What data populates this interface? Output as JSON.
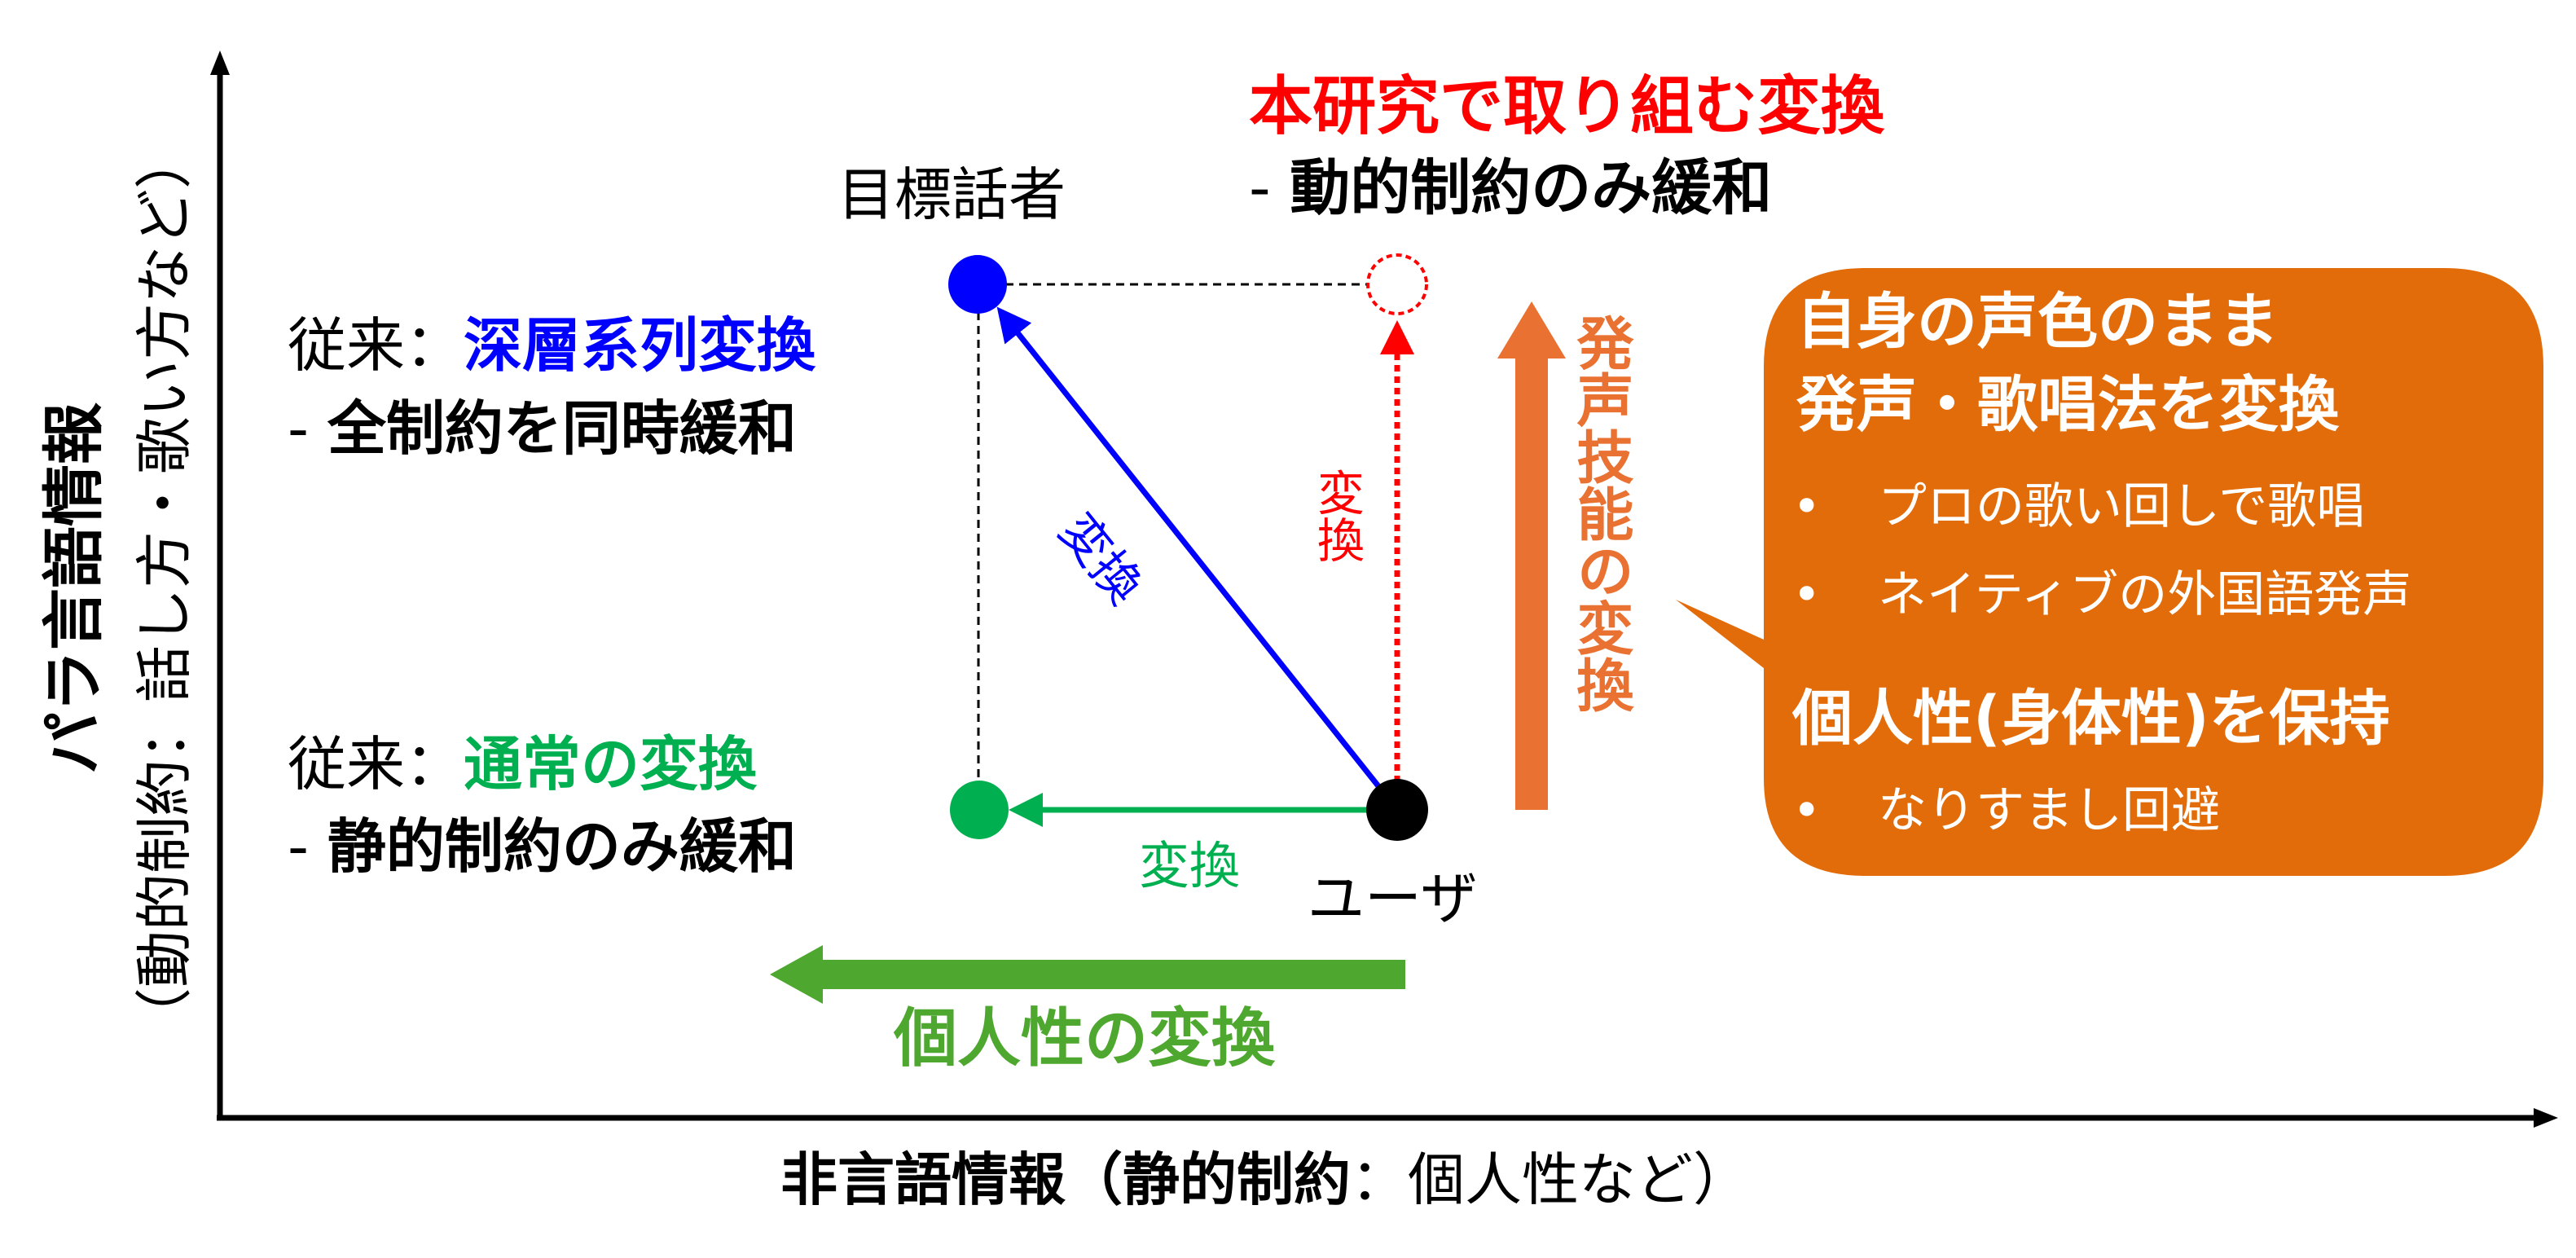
{
  "axes": {
    "y_label_main": "パラ言語情報",
    "y_label_sub": "（動的制約：話し方・歌い方など）",
    "x_label_bold": "非言語情報（静的制約",
    "x_label_rest": "：個人性など）"
  },
  "points": {
    "target": "目標話者",
    "user": "ユーザ"
  },
  "this_work": {
    "title": "本研究で取り組む変換",
    "desc_dash": "- ",
    "desc": "動的制約のみ緩和",
    "arrow_label": "変換"
  },
  "conventional_deep": {
    "prefix": "従来：",
    "title": "深層系列変換",
    "desc_dash": "- ",
    "desc": "全制約を同時緩和",
    "arrow_label": "変換"
  },
  "conventional_normal": {
    "prefix": "従来：",
    "title": "通常の変換",
    "desc_dash": "- ",
    "desc": "静的制約のみ緩和",
    "arrow_label": "変換"
  },
  "big_arrows": {
    "identity": "個人性の変換",
    "skill": "発声技能の変換"
  },
  "callout": {
    "heading1_line1": "自身の声色のまま",
    "heading1_line2": "発声・歌唱法を変換",
    "bullets1": [
      "プロの歌い回しで歌唱",
      "ネイティブの外国語発声"
    ],
    "heading2": "個人性(身体性)を保持",
    "bullets2": [
      "なりすまし回避"
    ],
    "bullet_char": "•"
  },
  "colors": {
    "blue": "#0000ff",
    "green": "#00b050",
    "red": "#ff0000",
    "dark_green": "#4ea72e",
    "orange_arrow": "#e97132",
    "callout": "#e36c0a"
  }
}
